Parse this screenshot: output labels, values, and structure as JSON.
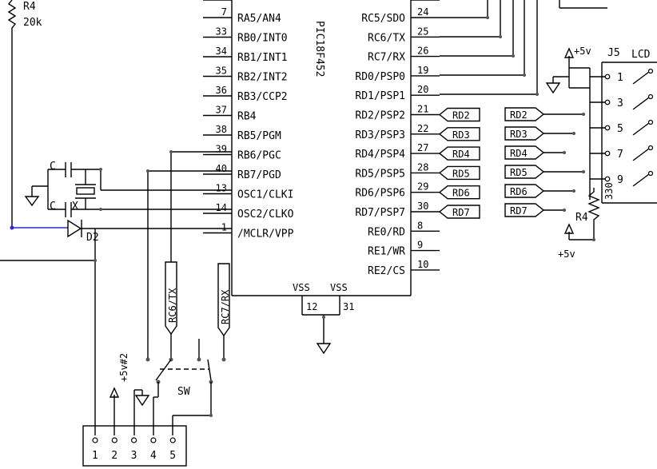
{
  "chip": {
    "name": "PIC18F452",
    "left_pins": [
      {
        "num": "7",
        "label": "RA5/AN4"
      },
      {
        "num": "33",
        "label": "RB0/INT0"
      },
      {
        "num": "34",
        "label": "RB1/INT1"
      },
      {
        "num": "35",
        "label": "RB2/INT2"
      },
      {
        "num": "36",
        "label": "RB3/CCP2"
      },
      {
        "num": "37",
        "label": "RB4"
      },
      {
        "num": "38",
        "label": "RB5/PGM"
      },
      {
        "num": "39",
        "label": "RB6/PGC"
      },
      {
        "num": "40",
        "label": "RB7/PGD"
      },
      {
        "num": "13",
        "label": "OSC1/CLKI"
      },
      {
        "num": "14",
        "label": "OSC2/CLKO"
      },
      {
        "num": "1",
        "label": "/MCLR/VPP"
      }
    ],
    "right_pins": [
      {
        "num": "24",
        "label": "RC5/SDO"
      },
      {
        "num": "25",
        "label": "RC6/TX"
      },
      {
        "num": "26",
        "label": "RC7/RX"
      },
      {
        "num": "19",
        "label": "RD0/PSP0"
      },
      {
        "num": "20",
        "label": "RD1/PSP1"
      },
      {
        "num": "21",
        "label": "RD2/PSP2"
      },
      {
        "num": "22",
        "label": "RD3/PSP3"
      },
      {
        "num": "27",
        "label": "RD4/PSP4"
      },
      {
        "num": "28",
        "label": "RD5/PSP5"
      },
      {
        "num": "29",
        "label": "RD6/PSP6"
      },
      {
        "num": "30",
        "label": "RD7/PSP7"
      },
      {
        "num": "8",
        "label": "RE0/RD"
      },
      {
        "num": "9",
        "label": "RE1/WR"
      },
      {
        "num": "10",
        "label": "RE2/CS"
      }
    ],
    "vss_labels": [
      "VSS",
      "VSS"
    ],
    "vss_pins": [
      "12",
      "31"
    ]
  },
  "net_tags": [
    "RD2",
    "RD3",
    "RD4",
    "RD5",
    "RD6",
    "RD7"
  ],
  "left_tags": [
    "RC6/TX",
    "RC7/RX"
  ],
  "components": {
    "r4_top_name": "R4",
    "r4_top_value": "20k",
    "cap1": "C",
    "cap2": "C",
    "crystal": "X",
    "diode": "D2",
    "switch": "SW",
    "supply_label": "+5v#2",
    "header_pins": [
      "1",
      "2",
      "3",
      "4",
      "5"
    ],
    "lcd_connector": "J5",
    "lcd_label": "LCD",
    "lcd_supply": "+5v",
    "lcd_pins": [
      "1",
      "3",
      "5",
      "7",
      "9"
    ],
    "r4_lcd_name": "R4",
    "r4_lcd_value": "330",
    "r4_lcd_supply": "+5v"
  }
}
